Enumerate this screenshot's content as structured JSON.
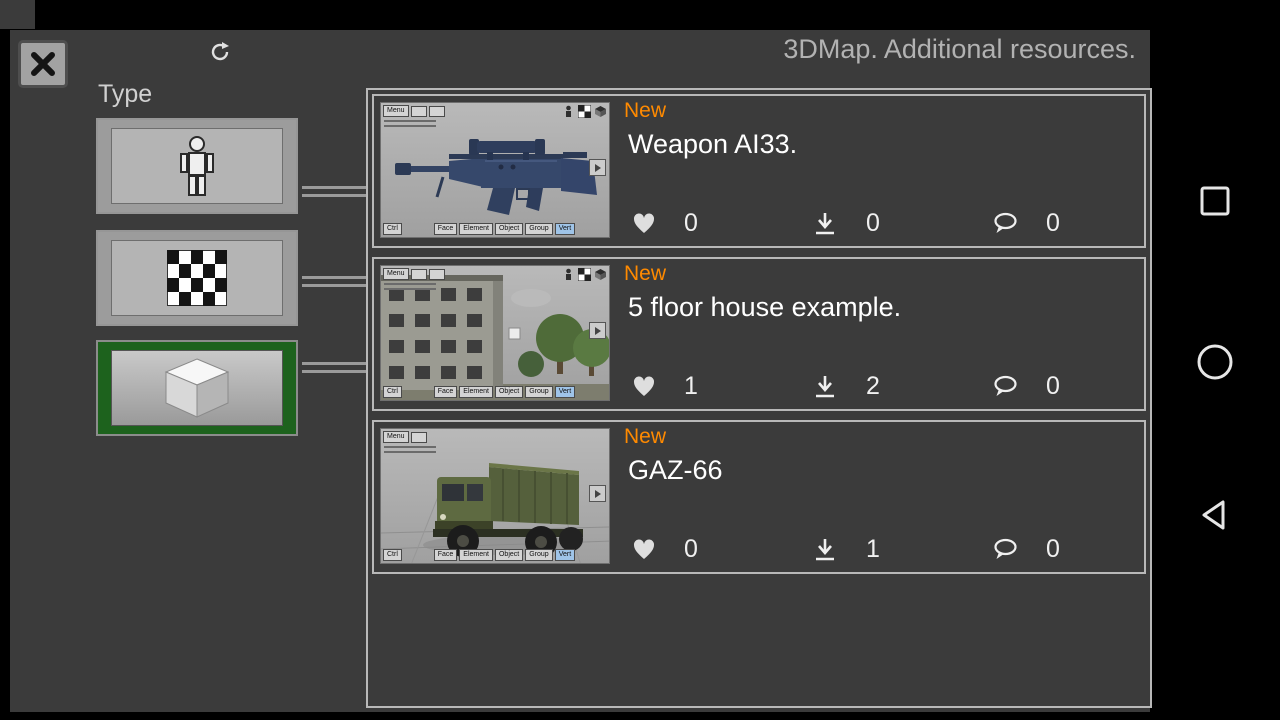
{
  "header": {
    "title": "3DMap. Additional resources.",
    "close_icon": "cross-x",
    "refresh_icon": "circular-arrows"
  },
  "sidebar": {
    "type_label": "Type",
    "types": [
      {
        "name": "character",
        "icon": "person-icon",
        "selected": false
      },
      {
        "name": "texture",
        "icon": "checkerboard-icon",
        "selected": false
      },
      {
        "name": "object",
        "icon": "cube-icon",
        "selected": true
      }
    ]
  },
  "list": {
    "items": [
      {
        "badge": "New",
        "title": "Weapon AI33.",
        "likes": "0",
        "downloads": "0",
        "comments": "0"
      },
      {
        "badge": "New",
        "title": "5 floor house example.",
        "likes": "1",
        "downloads": "2",
        "comments": "0"
      },
      {
        "badge": "New",
        "title": "GAZ-66",
        "likes": "0",
        "downloads": "1",
        "comments": "0"
      }
    ],
    "stat_icons": {
      "likes": "heart-icon",
      "downloads": "download-arrow-icon",
      "comments": "speech-bubble-icon"
    }
  },
  "thumb_toolbar": {
    "menu": "Menu",
    "ctrl": "Ctrl",
    "mode_buttons": [
      "Face",
      "Element",
      "Object",
      "Group",
      "Vert"
    ]
  },
  "nav": {
    "buttons": [
      "recents-square",
      "home-circle",
      "back-triangle"
    ]
  },
  "colors": {
    "badge_orange": "#ff8a00",
    "selected_green": "#1d621d",
    "panel_gray": "#3b3b3b",
    "border_gray": "#b8b8b8"
  }
}
